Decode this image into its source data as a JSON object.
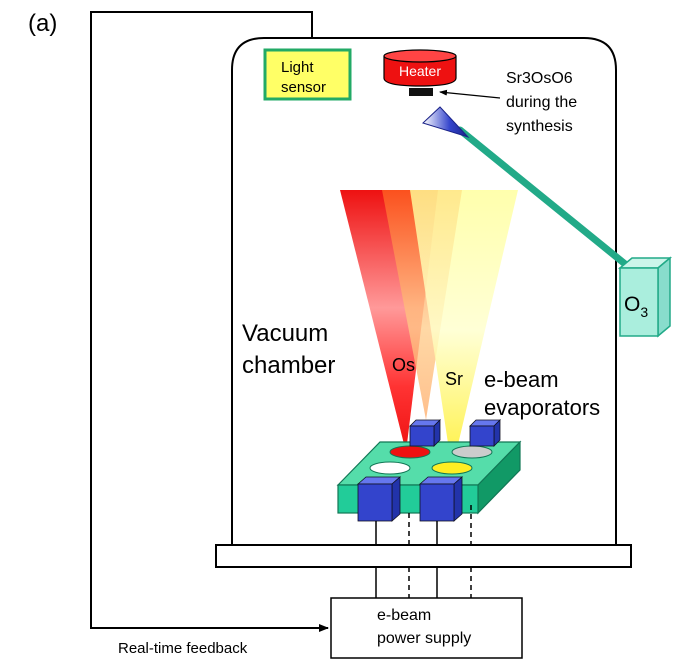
{
  "panel_label": "(a)",
  "light_sensor": [
    "Light",
    "sensor"
  ],
  "heater": "Heater",
  "sample_note": [
    "Sr3OsO6",
    "during the",
    "synthesis"
  ],
  "ozone": {
    "base": "O",
    "subscript": "3"
  },
  "chamber": [
    "Vacuum",
    "chamber"
  ],
  "beam_os": "Os",
  "beam_sr": "Sr",
  "evaporators": [
    "e-beam",
    "evaporators"
  ],
  "power_supply": [
    "e-beam",
    "power supply"
  ],
  "feedback": "Real-time feedback",
  "colors": {
    "heater": "#ee1111",
    "sensor_fill": "#ffff66",
    "sensor_border": "#22aa66",
    "tube": "#22aa88",
    "ozone_box": "#aaeedd",
    "base_green": "#22cc99",
    "cube_blue": "#3344cc",
    "os_beam": "#ee1111",
    "sr_beam": "#ffee33",
    "nozzle": "#2233aa"
  }
}
